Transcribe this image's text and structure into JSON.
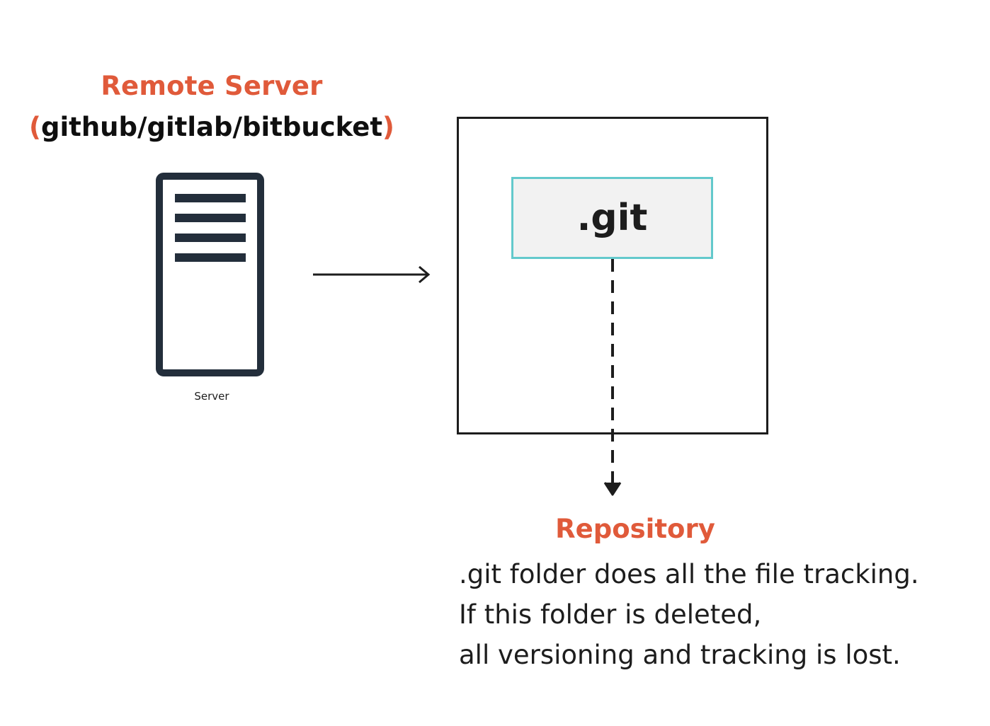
{
  "remote_server": {
    "title": "Remote Server",
    "subtitle_open": "(",
    "subtitle_text": "github/gitlab/bitbucket",
    "subtitle_close": ")",
    "icon_label": "Server"
  },
  "repository": {
    "git_label": ".git",
    "title": "Repository",
    "description_lines": [
      ".git folder does all the file tracking.",
      "If this folder is deleted,",
      "all versioning and tracking is lost."
    ]
  },
  "colors": {
    "accent": "#e05a3a",
    "ink": "#1d1d1d",
    "git_border": "#63c9cc",
    "git_fill": "#f2f2f2",
    "server_icon": "#232e3b"
  }
}
